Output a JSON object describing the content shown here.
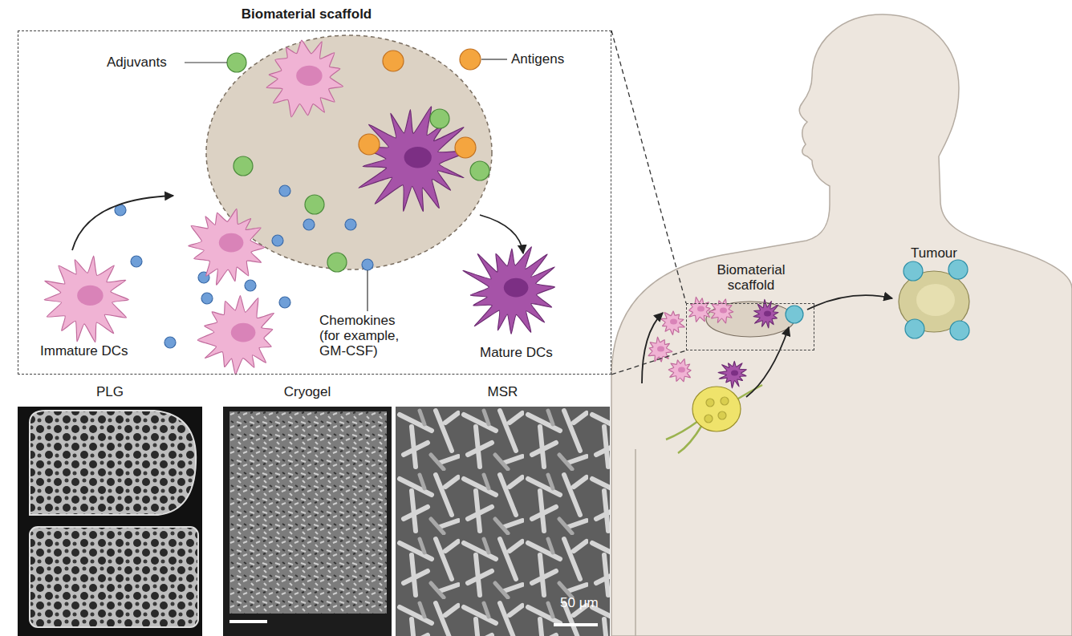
{
  "diagram": {
    "nodes": [
      {
        "text": [
          "Biomaterial scaffold"
        ]
      },
      {
        "text": [
          "PLG"
        ]
      },
      {
        "text": [
          "Cryogel"
        ]
      },
      {
        "text": [
          "MSR"
        ]
      },
      {
        "text": [
          "Biomaterial scaffold"
        ]
      },
      {
        "text": [
          "Tumour"
        ]
      }
    ],
    "edges": [
      {
        "from": 0,
        "to": 4,
        "arrow": "none"
      },
      {
        "from": 0,
        "to": 4,
        "arrow": "none"
      }
    ],
    "labels": [
      "Adjuvants",
      "Antigens",
      "Immature DCs",
      "Chemokines (for example, GM-CSF)",
      "Mature DCs",
      "50 μm"
    ]
  }
}
